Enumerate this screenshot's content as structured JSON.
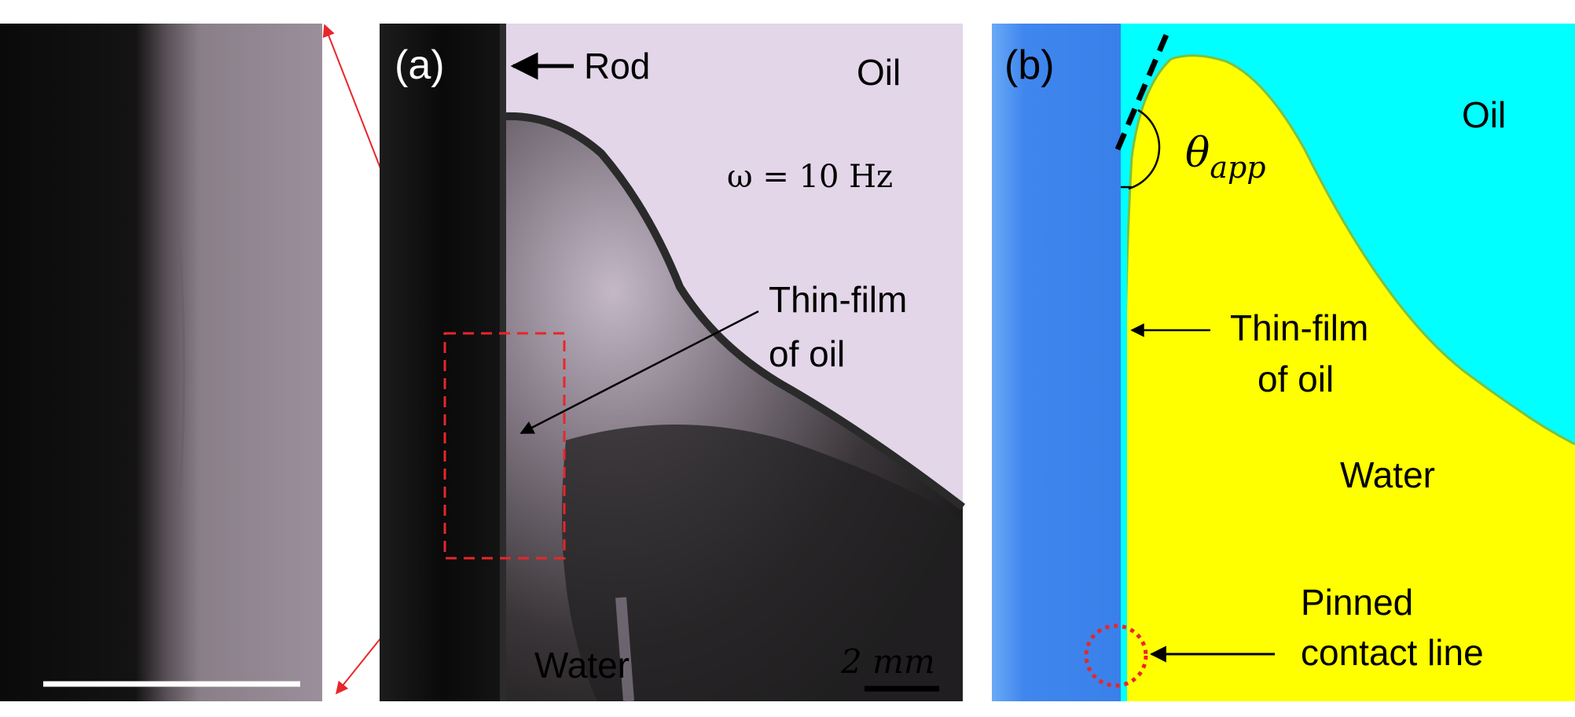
{
  "panel_zoom": {
    "label": "",
    "scale_bar_color": "#ffffff"
  },
  "panel_a": {
    "label": "(a)",
    "rod": "Rod",
    "oil": "Oil",
    "omega": "ω = 10 Hz",
    "thin_film_line1": "Thin-film",
    "thin_film_line2": "of oil",
    "water": "Water",
    "scale_bar": "2 mm",
    "inset_box_color": "#e8262a"
  },
  "panel_b": {
    "label": "(b)",
    "oil": "Oil",
    "theta": "θ",
    "theta_sub": "app",
    "thin_film_line1": "Thin-film",
    "thin_film_line2": "of oil",
    "water": "Water",
    "pinned_line1": "Pinned",
    "pinned_line2": "contact line",
    "colors": {
      "rod": "#3f86ee",
      "oil": "#00ffff",
      "water": "#ffff00",
      "pin_circle": "#e8262a"
    }
  }
}
